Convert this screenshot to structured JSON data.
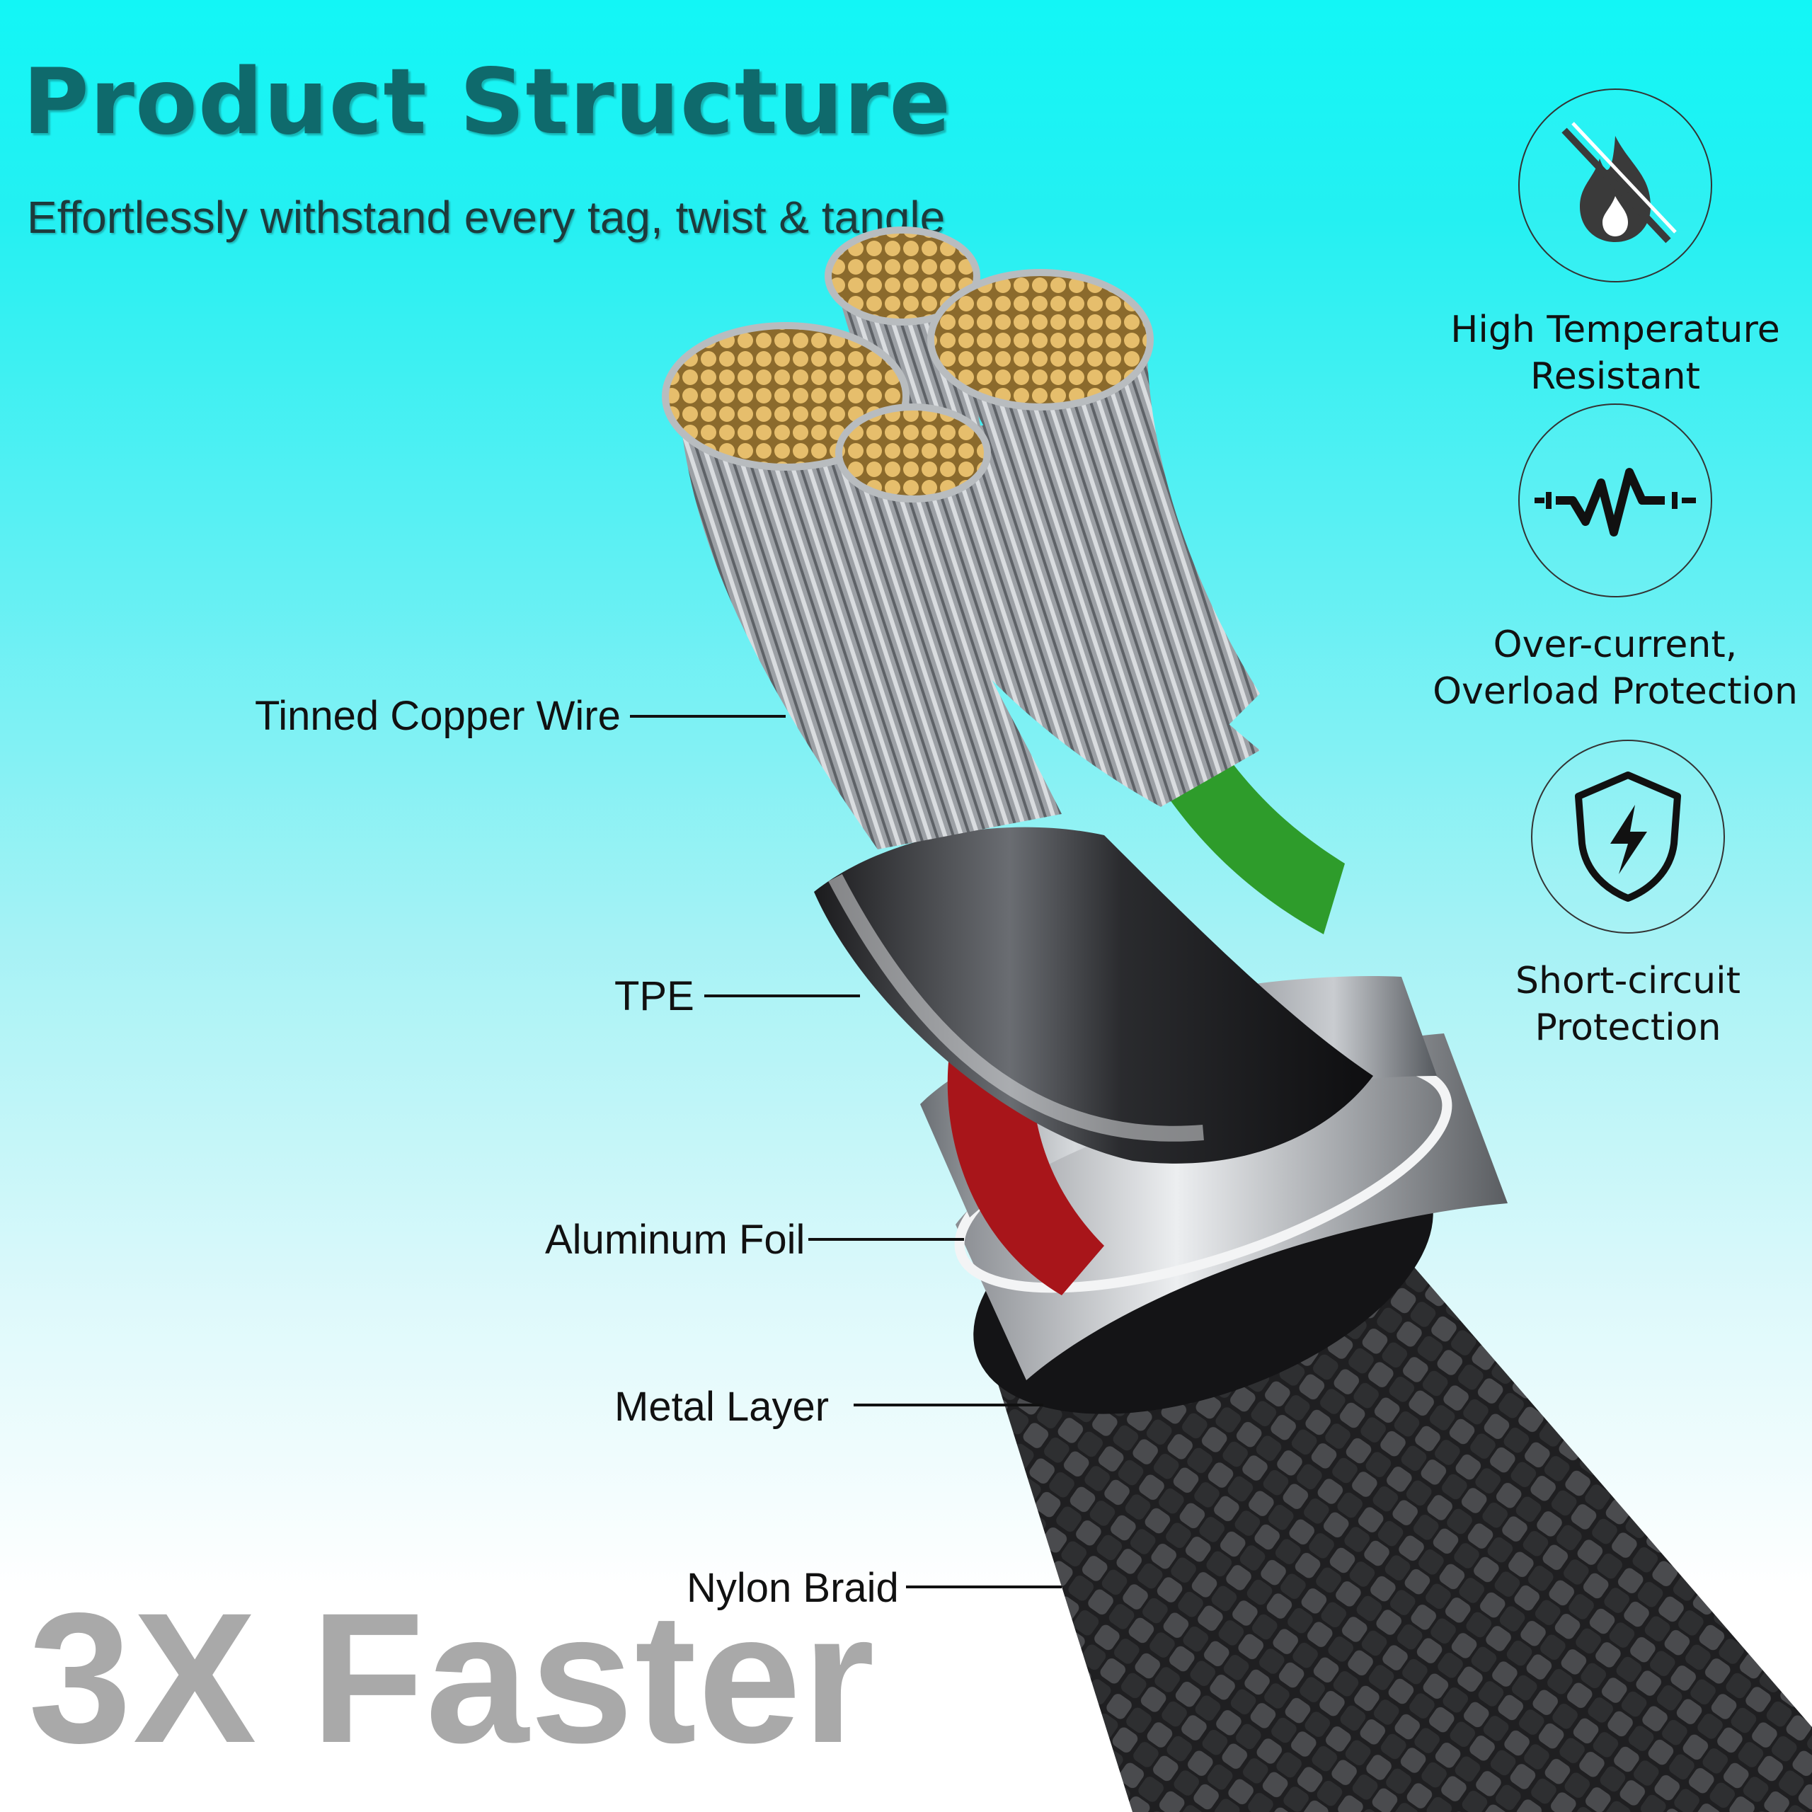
{
  "header": {
    "title": "Product Structure",
    "subtitle": "Effortlessly withstand every tag, twist & tangle"
  },
  "layers": [
    {
      "label": "Tinned Copper Wire"
    },
    {
      "label": "TPE"
    },
    {
      "label": "Aluminum Foil"
    },
    {
      "label": "Metal Layer"
    },
    {
      "label": "Nylon Braid"
    }
  ],
  "features": [
    {
      "icon": "fire-slash-icon",
      "line1": "High Temperature",
      "line2": "Resistant"
    },
    {
      "icon": "waveform-icon",
      "line1": "Over-current,",
      "line2": "Overload Protection"
    },
    {
      "icon": "shield-lightning-icon",
      "line1": "Short-circuit",
      "line2": "Protection"
    }
  ],
  "footer": {
    "headline": "3X Faster"
  },
  "colors": {
    "title": "#0f6a6c",
    "headline": "#a9a9a9",
    "wire_copper": "#e0b665",
    "wire_silver": "#a4a8ad",
    "braid": "#2a2a2a",
    "insulation_green": "#2f9e2d",
    "insulation_red": "#b3151b"
  }
}
